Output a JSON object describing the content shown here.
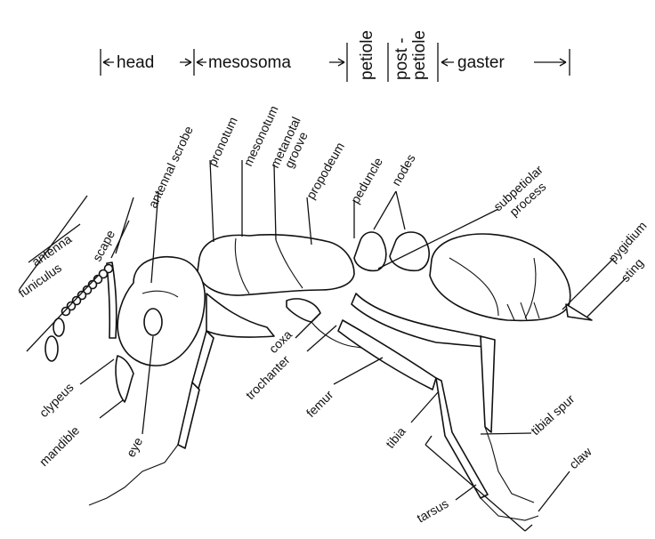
{
  "segments": {
    "head": "head",
    "mesosoma": "mesosoma",
    "petiole": "petiole",
    "postpetiole_top": "post -",
    "postpetiole_bottom": "petiole",
    "gaster": "gaster"
  },
  "labels": {
    "antenna": "antenna",
    "scape": "scape",
    "funiculus": "funiculus",
    "antennal_scrobe": "antennal scrobe",
    "pronotum": "pronotum",
    "mesonotum": "mesonotum",
    "metanotal_groove_1": "metanotal",
    "metanotal_groove_2": "groove",
    "propodeum": "propodeum",
    "peduncle": "peduncle",
    "nodes": "nodes",
    "subpetiolar_1": "subpetiolar",
    "subpetiolar_2": "process",
    "pygidium": "pygidium",
    "sting": "sting",
    "clypeus": "clypeus",
    "mandible": "mandible",
    "eye": "eye",
    "coxa": "coxa",
    "trochanter": "trochanter",
    "femur": "femur",
    "tibia": "tibia",
    "tibial_spur": "tibial spur",
    "claw": "claw",
    "tarsus": "tarsus"
  }
}
